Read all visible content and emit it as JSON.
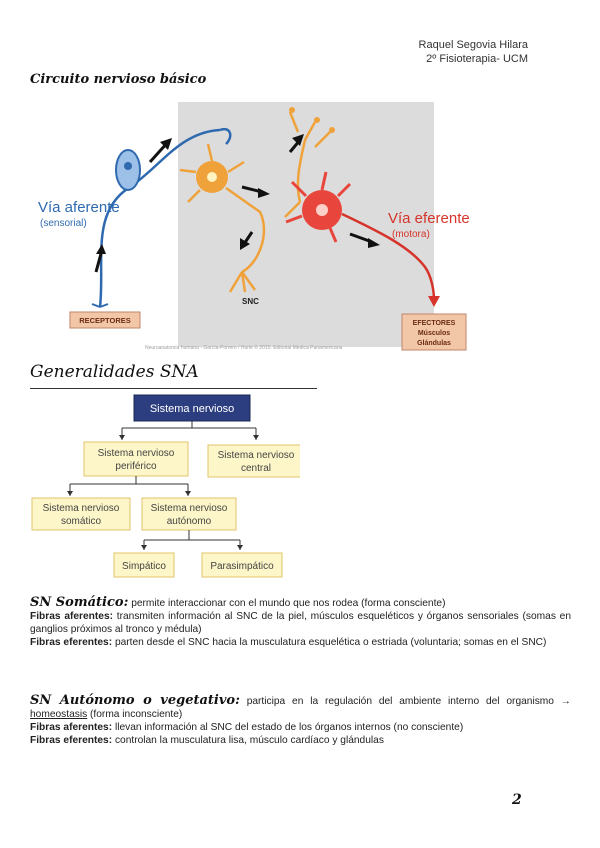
{
  "header": {
    "author": "Raquel Segovia Hilara",
    "course": "2º Fisioterapia- UCM"
  },
  "section1": {
    "title": "Circuito nervioso básico"
  },
  "figure1": {
    "afferent_label": "Vía aferente",
    "afferent_sub": "(sensorial)",
    "efferent_label": "Vía eferente",
    "efferent_sub": "(motora)",
    "snc_label": "SNC",
    "receptors_label": "RECEPTORES",
    "effectors_label": "EFECTORES",
    "effectors_line2": "Músculos",
    "effectors_line3": "Glándulas",
    "caption": "Neuroanatomía humana - García-Porrero / Hurlé © 2015. Editorial Médica Panamericana",
    "colors": {
      "afferent": "#2f6ab0",
      "efferent": "#d6342a",
      "interneuron": "#f0a23a",
      "box": "#f2c7a8"
    }
  },
  "section2": {
    "title": "Generalidades SNA"
  },
  "diagram": {
    "root": "Sistema nervioso",
    "peripheral_line1": "Sistema nervioso",
    "peripheral_line2": "periférico",
    "central_line1": "Sistema nervioso",
    "central_line2": "central",
    "somatic_line1": "Sistema nervioso",
    "somatic_line2": "somático",
    "autonomic_line1": "Sistema nervioso",
    "autonomic_line2": "autónomo",
    "sympathetic": "Simpático",
    "parasympathetic": "Parasimpático",
    "colors": {
      "root_fill": "#2c3e7f",
      "node_fill": "#fdf6c8"
    }
  },
  "somatic": {
    "heading": "SN Somático:",
    "intro": " permite interaccionar con el mundo que nos rodea  (forma consciente)",
    "aff_label": "Fibras aferentes:",
    "aff_text": " transmiten información al SNC de la piel, músculos esqueléticos y órganos sensoriales (somas en ganglios próximos al tronco y médula)",
    "eff_label": "Fibras eferentes:",
    "eff_text": " parten desde el SNC hacia la musculatura esquelética o estriada (voluntaria; somas en el SNC)"
  },
  "autonomic": {
    "heading": "SN Autónomo o vegetativo:",
    "intro": " participa en la regulación del ambiente interno del organismo →",
    "homeostasis": "homeostasis",
    "intro_end": " (forma inconsciente)",
    "aff_label": "Fibras aferentes:",
    "aff_text": " llevan información al SNC del estado de los órganos internos (no consciente)",
    "eff_label": "Fibras eferentes:",
    "eff_text": " controlan la musculatura lisa, músculo cardíaco y glándulas"
  },
  "page_number": "2"
}
